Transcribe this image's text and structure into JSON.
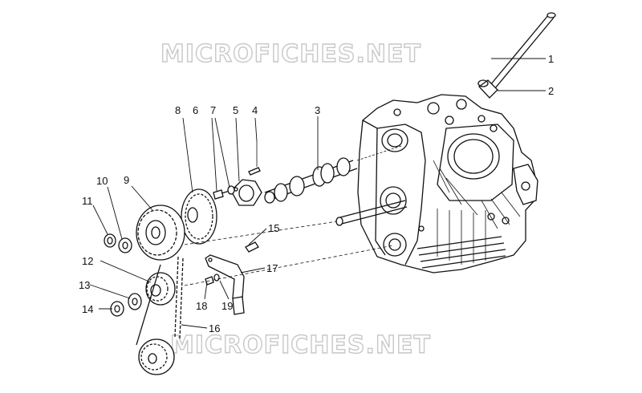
{
  "watermark": {
    "text": "MICROFICHES.NET"
  },
  "callouts": [
    {
      "id": "c1",
      "label": "1"
    },
    {
      "id": "c2",
      "label": "2"
    },
    {
      "id": "c3",
      "label": "3"
    },
    {
      "id": "c4",
      "label": "4"
    },
    {
      "id": "c5",
      "label": "5"
    },
    {
      "id": "c6",
      "label": "6"
    },
    {
      "id": "c7",
      "label": "7"
    },
    {
      "id": "c8",
      "label": "8"
    },
    {
      "id": "c9",
      "label": "9"
    },
    {
      "id": "c10",
      "label": "10"
    },
    {
      "id": "c11",
      "label": "11"
    },
    {
      "id": "c12",
      "label": "12"
    },
    {
      "id": "c13",
      "label": "13"
    },
    {
      "id": "c14",
      "label": "14"
    },
    {
      "id": "c15",
      "label": "15"
    },
    {
      "id": "c16",
      "label": "16"
    },
    {
      "id": "c17",
      "label": "17"
    },
    {
      "id": "c18",
      "label": "18"
    },
    {
      "id": "c19",
      "label": "19"
    }
  ],
  "colors": {
    "ink": "#111111",
    "watermark": "#c8c8c8",
    "background": "#ffffff"
  }
}
